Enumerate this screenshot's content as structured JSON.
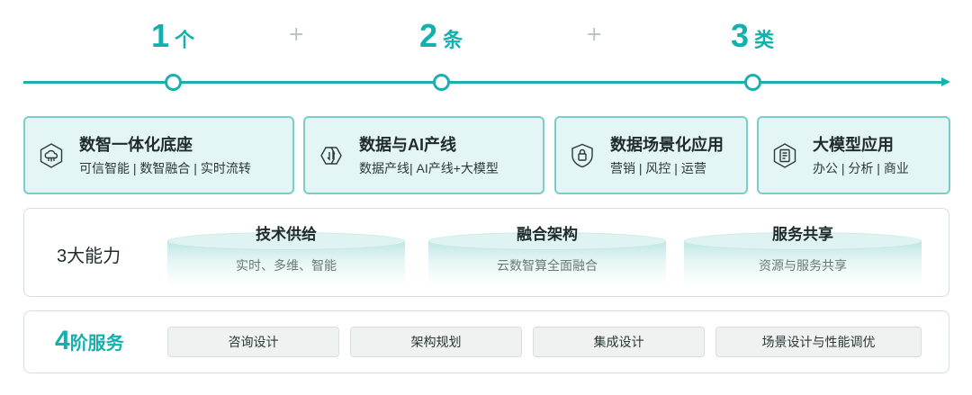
{
  "timeline": {
    "steps": [
      {
        "num": "1",
        "unit": "个"
      },
      {
        "num": "2",
        "unit": "条"
      },
      {
        "num": "3",
        "unit": "类"
      }
    ],
    "plus": "+"
  },
  "cards": [
    {
      "title": "数智一体化底座",
      "sub": "可信智能 | 数智融合 | 实时流转",
      "icon": "cloud-chip-icon"
    },
    {
      "title": "数据与AI产线",
      "sub": "数据产线| AI产线+大模型",
      "icon": "hexagon-cycle-icon"
    },
    {
      "title": "数据场景化应用",
      "sub": "营销 | 风控 | 运营",
      "icon": "shield-icon"
    },
    {
      "title": "大模型应用",
      "sub": "办公 | 分析 | 商业",
      "icon": "document-icon"
    }
  ],
  "capabilities": {
    "title": "3大能力",
    "items": [
      {
        "title": "技术供给",
        "sub": "实时、多维、智能"
      },
      {
        "title": "融合架构",
        "sub": "云数智算全面融合"
      },
      {
        "title": "服务共享",
        "sub": "资源与服务共享"
      }
    ]
  },
  "services": {
    "num": "4",
    "unit": "阶服务",
    "items": [
      "咨询设计",
      "架构规划",
      "集成设计",
      "场景设计与性能调优"
    ]
  },
  "colors": {
    "accent": "#18b1ae",
    "card_bg": "#e3f5f4",
    "card_border": "#79cdca"
  }
}
